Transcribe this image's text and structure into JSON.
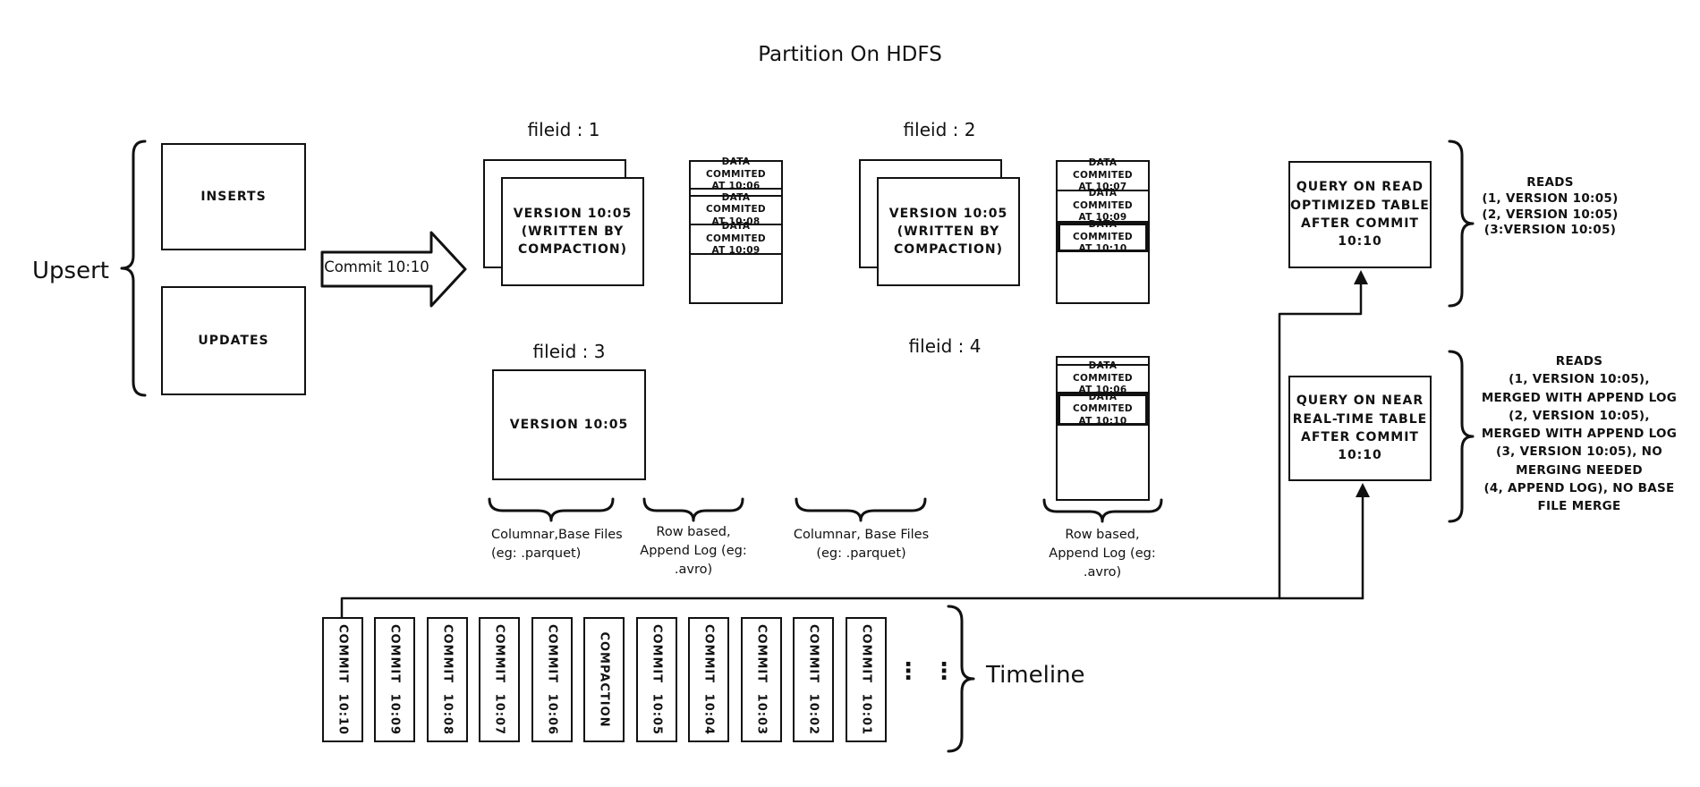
{
  "title": "Partition On HDFS",
  "colors": {
    "ink": "#111111",
    "background": "#ffffff"
  },
  "upsert": {
    "label": "Upsert",
    "inserts": "INSERTS",
    "updates": "UPDATES",
    "commit_arrow": "Commit 10:10"
  },
  "file_groups": {
    "fg1": {
      "label": "fileid : 1",
      "base_file": "VERSION 10:05\n(WRITTEN BY\nCOMPACTION)",
      "log_segments": [
        "DATA COMMITED\nAT 10:06",
        "DATA COMMITED\nAT 10:08",
        "DATA COMMITED\nAT 10:09"
      ]
    },
    "fg2": {
      "label": "fileid : 2",
      "base_file": "VERSION 10:05\n(WRITTEN BY\nCOMPACTION)",
      "log_segments": [
        "DATA COMMITED\nAT 10:07",
        "DATA COMMITED\nAT 10:09",
        "DATA COMMITED\nAT 10:10"
      ]
    },
    "fg3": {
      "label": "fileid : 3",
      "base_file": "VERSION 10:05"
    },
    "fg4": {
      "label": "fileid : 4",
      "log_segments": [
        "DATA COMMITED\nAT 10:06",
        "DATA COMMITED\nAT 10:10"
      ]
    }
  },
  "annotations": {
    "columnar_1": "Columnar,Base Files\n(eg: .parquet)",
    "row_log_1": "Row based,\nAppend Log  (eg:\n.avro)",
    "columnar_2": "Columnar, Base Files\n(eg: .parquet)",
    "row_log_2": "Row based,\nAppend Log  (eg:\n.avro)"
  },
  "queries": {
    "read_optimized": {
      "box": "QUERY ON READ\nOPTIMIZED TABLE\nAFTER COMMIT\n10:10",
      "reads": "READS\n(1, VERSION 10:05)\n(2, VERSION 10:05)\n(3:VERSION 10:05)"
    },
    "near_real_time": {
      "box": "QUERY ON NEAR\nREAL-TIME TABLE\nAFTER COMMIT\n10:10",
      "reads": "READS\n(1, VERSION 10:05),\nMERGED WITH APPEND LOG\n(2, VERSION 10:05),\nMERGED WITH APPEND LOG\n(3, VERSION 10:05), NO\nMERGING NEEDED\n(4, APPEND LOG), NO BASE\nFILE MERGE"
    }
  },
  "timeline": {
    "label": "Timeline",
    "ellipsis": "⋮",
    "entries": [
      "COMMIT 10:10",
      "COMMIT 10:09",
      "COMMIT 10:08",
      "COMMIT 10:07",
      "COMMIT 10:06",
      "COMPACTION",
      "COMMIT 10:05",
      "COMMIT 10:04",
      "COMMIT 10:03",
      "COMMIT 10:02",
      "COMMIT 10:01"
    ]
  }
}
